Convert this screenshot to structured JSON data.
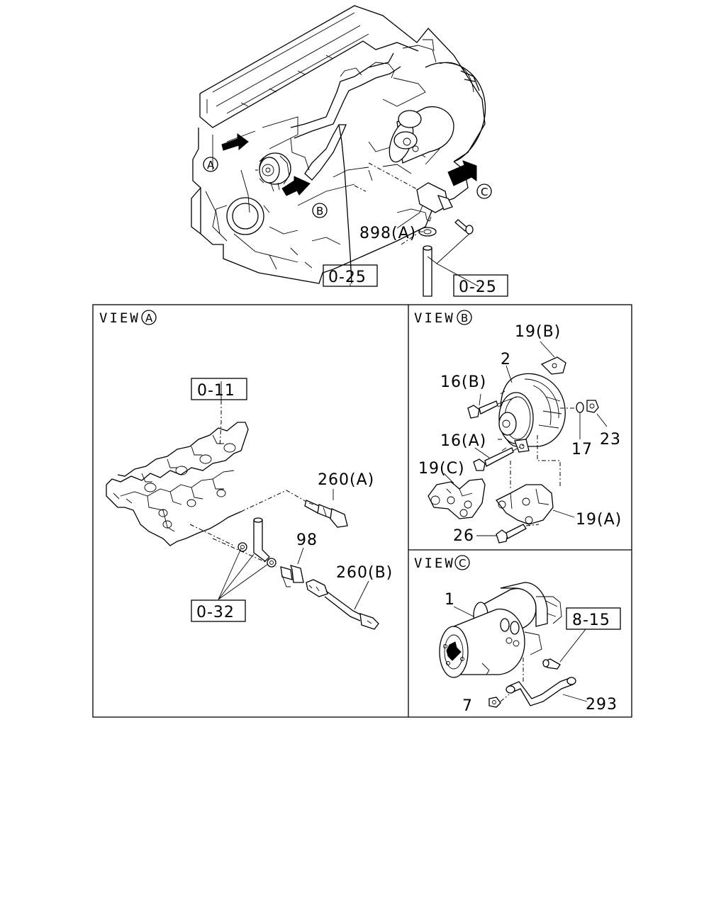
{
  "overview": {
    "arrow_a": "A",
    "arrow_b": "B",
    "arrow_c": "C",
    "ref_left": "0-25",
    "ref_right": "0-25",
    "part_898a": "898(A)"
  },
  "view_a": {
    "title": "VIEW",
    "letter": "A",
    "ref_top": "0-11",
    "ref_bottom": "0-32",
    "part_260a": "260(A)",
    "part_98": "98",
    "part_260b": "260(B)"
  },
  "view_b": {
    "title": "VIEW",
    "letter": "B",
    "part_19b": "19(B)",
    "part_2": "2",
    "part_16b": "16(B)",
    "part_16a": "16(A)",
    "part_17": "17",
    "part_23": "23",
    "part_19c": "19(C)",
    "part_19a": "19(A)",
    "part_26": "26"
  },
  "view_c": {
    "title": "VIEW",
    "letter": "C",
    "part_1": "1",
    "ref_815": "8-15",
    "part_7": "7",
    "part_293": "293"
  }
}
